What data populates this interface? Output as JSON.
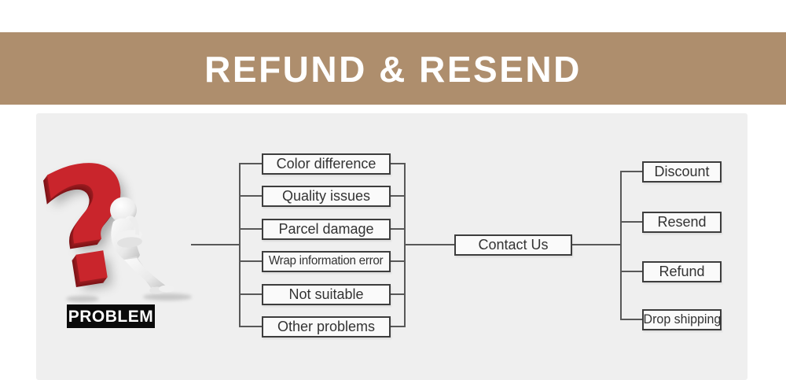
{
  "banner": {
    "title": "REFUND & RESEND"
  },
  "figure": {
    "label": "PROBLEM",
    "glyph": "?"
  },
  "flow": {
    "problems": [
      "Color difference",
      "Quality issues",
      "Parcel damage",
      "Wrap information error",
      "Not suitable",
      "Other problems"
    ],
    "hub": "Contact Us",
    "solutions": [
      "Discount",
      "Resend",
      "Refund",
      "Drop shipping"
    ]
  },
  "colors": {
    "banner_bg": "#ae8e6d",
    "panel_bg": "#efefef",
    "box_border": "#3d3d3d",
    "connector_line": "#585858",
    "question_mark_red": "#c9252c",
    "problem_label_bg": "#0a0a0a",
    "box_text": "#333333"
  }
}
